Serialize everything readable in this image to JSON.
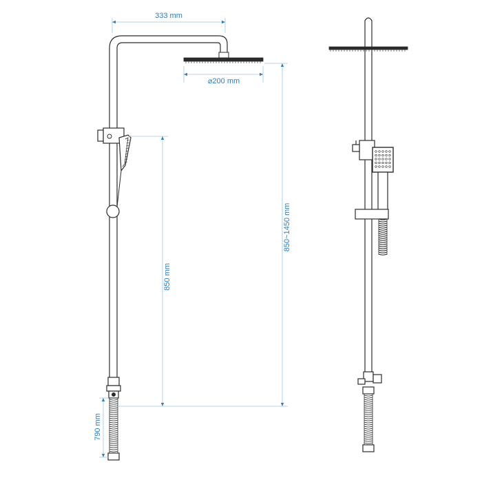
{
  "colors": {
    "dimension": "#2a7fc4",
    "dimension_line": "#9cc8e8",
    "drawing": "#2b2b2b",
    "background": "#ffffff"
  },
  "dimensions": {
    "arm_length": "333 mm",
    "head_diameter": "⌀200 mm",
    "holder_height": "850 mm",
    "adjustable_height": "850~1450 mm",
    "hose_length": "790 mm"
  }
}
